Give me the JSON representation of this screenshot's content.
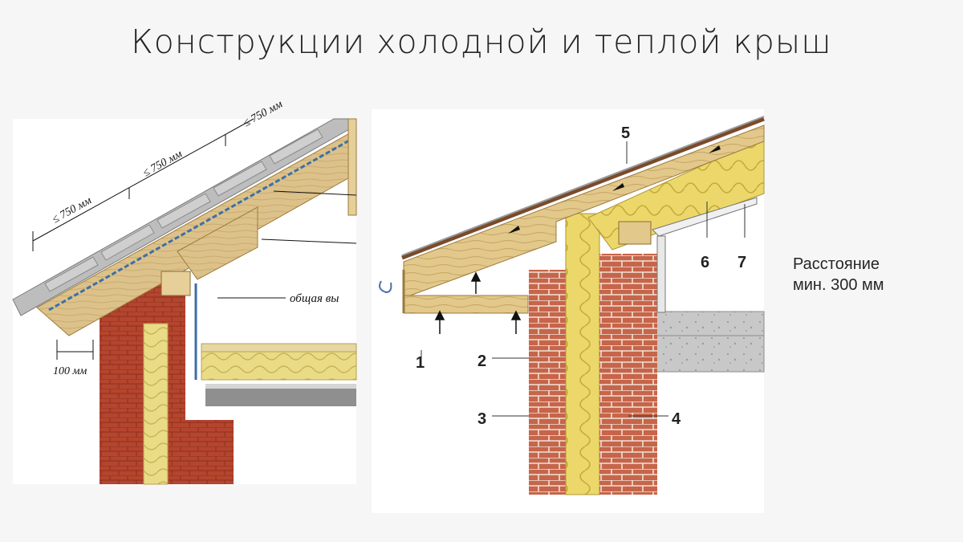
{
  "slide": {
    "title": "Конструкции холодной и теплой крыш"
  },
  "left_figure": {
    "dimension_labels": [
      "≤ 750 мм",
      "≤ 750 мм",
      "≤ 750 мм"
    ],
    "eave_dimension": "100 мм",
    "callout": "общая вы"
  },
  "right_figure": {
    "markers": [
      "1",
      "2",
      "3",
      "4",
      "5",
      "6",
      "7"
    ]
  },
  "side_note": {
    "line1": "Расстояние",
    "line2": "мин. 300 мм"
  },
  "colors": {
    "brick": "#b4452e",
    "insulation": "#e8d880",
    "wood": "#dcc28a",
    "roof_tile": "#b9b9b9",
    "concrete": "#c9c9c9"
  }
}
